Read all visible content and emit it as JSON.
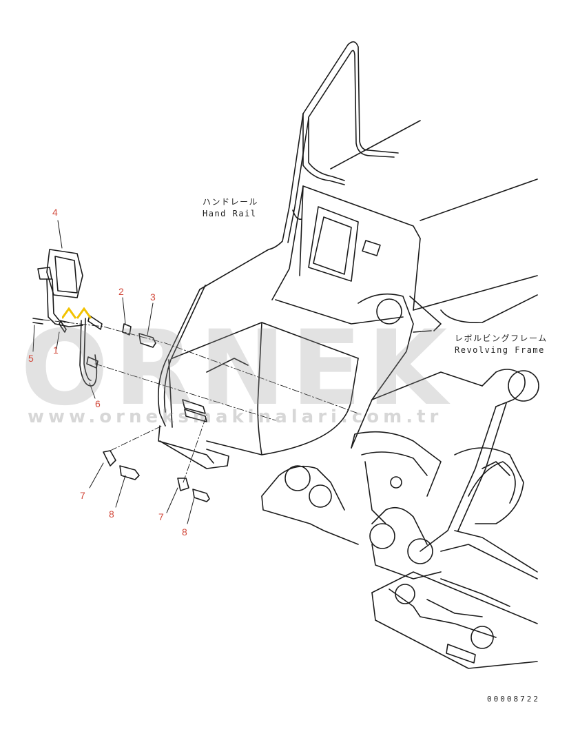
{
  "labels": {
    "hand_rail_jp": "ハンドレール",
    "hand_rail_en": "Hand Rail",
    "frame_jp": "レボルビングフレーム",
    "frame_en": "Revolving Frame"
  },
  "callouts": {
    "c4": "4",
    "c2": "2",
    "c3": "3",
    "c5": "5",
    "c1": "1",
    "c6": "6",
    "c7a": "7",
    "c8a": "8",
    "c7b": "7",
    "c8b": "8"
  },
  "watermark": {
    "brand": "ORNEK",
    "url": "www.orneksmakinalari.com.tr"
  },
  "drawing_code": "00008722",
  "colors": {
    "line": "#1a1a1a",
    "callout": "#d24a3c",
    "watermark": "#9a9a9a",
    "brand_accent": "#f2c200"
  }
}
